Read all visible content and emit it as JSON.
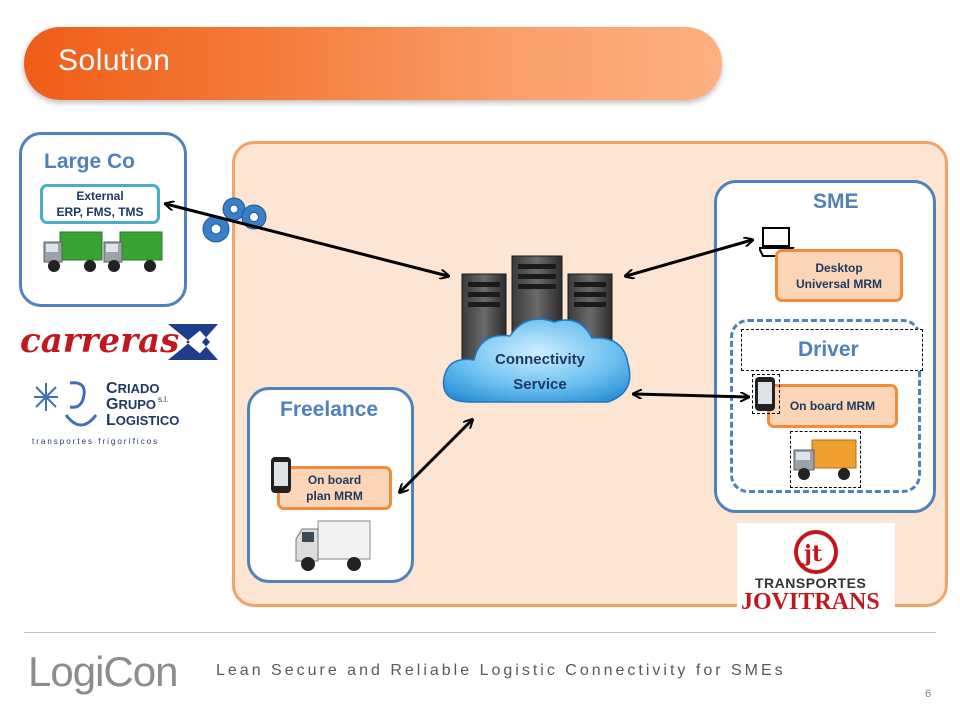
{
  "header": {
    "title": "Solution"
  },
  "large_co": {
    "title": "Large Co",
    "system_label": "External\nERP, FMS, TMS"
  },
  "sme": {
    "title": "SME",
    "desktop_label": "Desktop\nUniversal MRM"
  },
  "driver": {
    "title": "Driver",
    "onboard_label": "On board MRM"
  },
  "freelance": {
    "title": "Freelance",
    "onboard_label": "On board\nplan MRM"
  },
  "connectivity": {
    "label": "Connectivity\nService"
  },
  "logos": {
    "carreras": "carreras",
    "criado": {
      "line1": "RIADO",
      "line2": "RUPO",
      "line3": "OGISTICO",
      "sl": "s.l.",
      "sub": "transportes frigoríficos"
    },
    "jovitrans": {
      "line1": "TRANSPORTES",
      "line2": "JOVITRANS"
    }
  },
  "footer": {
    "tagline": "Lean Secure and Reliable Logistic Connectivity for SMEs",
    "page": "6",
    "brand": "LogiCon"
  },
  "colors": {
    "orange": "#f28b3a",
    "blue": "#4f81bd",
    "panel_fill": "#fce5d3"
  }
}
